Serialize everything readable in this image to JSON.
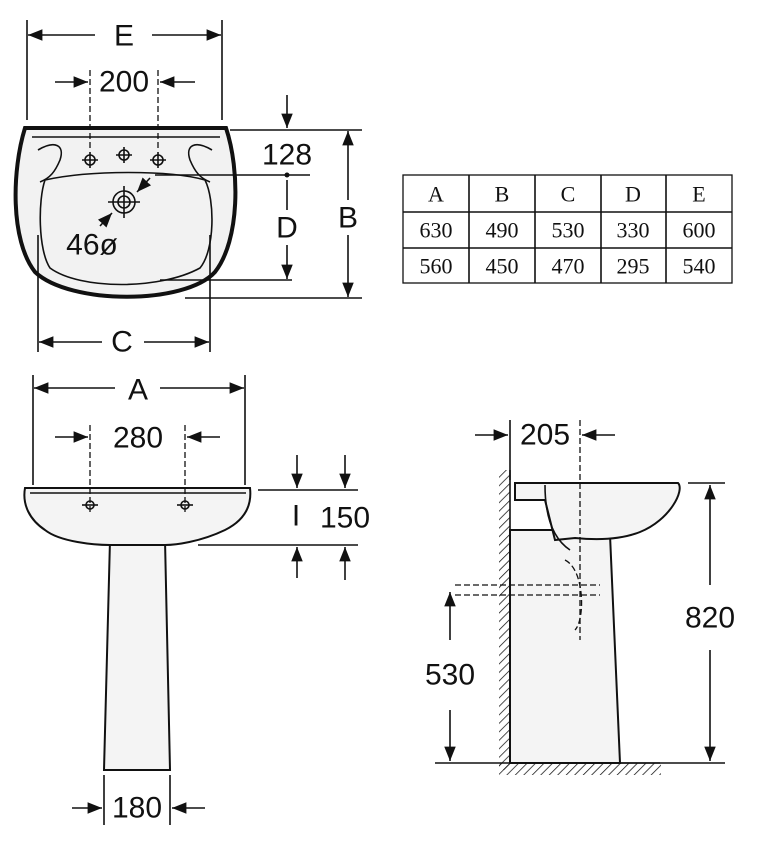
{
  "top_view": {
    "label_e": "E",
    "label_200": "200",
    "label_128": "128",
    "label_d": "D",
    "label_b": "B",
    "label_c": "C",
    "label_drain": "46ø"
  },
  "table": {
    "headers": [
      "A",
      "B",
      "C",
      "D",
      "E"
    ],
    "rows": [
      [
        "630",
        "490",
        "530",
        "330",
        "600"
      ],
      [
        "560",
        "450",
        "470",
        "295",
        "540"
      ]
    ]
  },
  "front_view": {
    "label_a": "A",
    "label_280": "280",
    "label_i": "I",
    "label_150": "150",
    "label_180": "180"
  },
  "side_view": {
    "label_205": "205",
    "label_530": "530",
    "label_820": "820"
  }
}
